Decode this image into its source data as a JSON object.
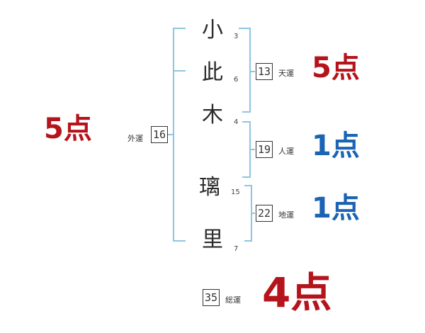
{
  "characters": [
    {
      "char": "小",
      "strokes": "3"
    },
    {
      "char": "此",
      "strokes": "6"
    },
    {
      "char": "木",
      "strokes": "4"
    },
    {
      "char": "璃",
      "strokes": "15"
    },
    {
      "char": "里",
      "strokes": "7"
    }
  ],
  "fortunes": {
    "gaikaku": {
      "label": "外運",
      "value": "16",
      "score": "5点"
    },
    "tenkaku": {
      "label": "天運",
      "value": "13",
      "score": "5点"
    },
    "jinkaku": {
      "label": "人運",
      "value": "19",
      "score": "1点"
    },
    "chikaku": {
      "label": "地運",
      "value": "22",
      "score": "1点"
    },
    "soukaku": {
      "label": "総運",
      "value": "35",
      "score": "4点"
    }
  },
  "colors": {
    "bracket": "#8ec5e0",
    "score_high": "#b5141c",
    "score_low": "#1b63b3"
  }
}
